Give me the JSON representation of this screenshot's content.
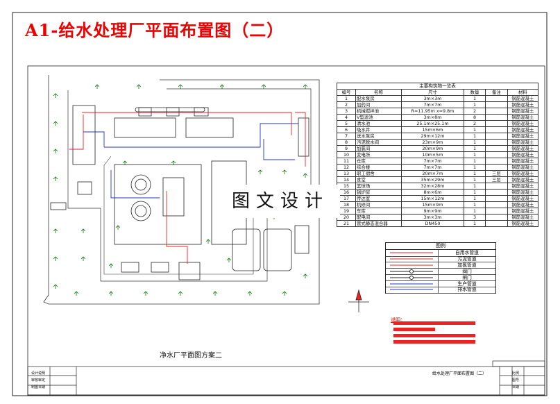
{
  "title": "A1-给水处理厂平面布置图（二）",
  "watermark": "图文设计",
  "caption": "净水厂平面图方案二",
  "notes_label": "说明：",
  "equipment_table": {
    "title": "主要构筑物一览表",
    "headers": [
      "编号",
      "名称",
      "尺寸",
      "数量",
      "备注",
      "材料"
    ],
    "rows": [
      [
        "1",
        "配水泵房",
        "3m×3m",
        "1",
        "",
        "钢筋混凝土"
      ],
      [
        "2",
        "加药间",
        "7m×7m",
        "1",
        "",
        "钢筋混凝土"
      ],
      [
        "3",
        "机械搅拌池",
        "R=11.95m  x=9.8m",
        "2",
        "",
        "钢筋混凝土"
      ],
      [
        "4",
        "V型滤池",
        "3m×8m",
        "8",
        "",
        "钢筋混凝土"
      ],
      [
        "5",
        "清水池",
        "25.1m×25.1m",
        "2",
        "",
        "钢筋混凝土"
      ],
      [
        "6",
        "吸水井",
        "15m×6m",
        "1",
        "",
        "钢筋混凝土"
      ],
      [
        "7",
        "送水泵房",
        "29m×12m",
        "1",
        "",
        "钢筋混凝土"
      ],
      [
        "8",
        "污泥脱水间",
        "23m×9m",
        "1",
        "",
        "钢筋混凝土"
      ],
      [
        "9",
        "加氯间",
        "20m×9m",
        "1",
        "",
        "钢筋混凝土"
      ],
      [
        "10",
        "变电所",
        "10m×5m",
        "1",
        "",
        "钢筋混凝土"
      ],
      [
        "11",
        "仓库",
        "7m×7m",
        "1",
        "",
        "钢筋混凝土"
      ],
      [
        "12",
        "综合楼",
        "7m×7m",
        "1",
        "",
        "钢筋混凝土"
      ],
      [
        "13",
        "职工宿舍",
        "20m×7m",
        "1",
        "三层",
        "钢筋混凝土"
      ],
      [
        "14",
        "食堂",
        "35m×29m",
        "1",
        "三层",
        "钢筋混凝土"
      ],
      [
        "15",
        "篮球场",
        "32m×28m",
        "1",
        "",
        "钢筋混凝土"
      ],
      [
        "16",
        "锅炉房",
        "8m×6m",
        "1",
        "",
        "钢筋混凝土"
      ],
      [
        "17",
        "传达室",
        "15m×12m",
        "1",
        "",
        "钢筋混凝土"
      ],
      [
        "18",
        "机修间",
        "15m×9m",
        "1",
        "",
        "钢筋混凝土"
      ],
      [
        "19",
        "车库",
        "9m×9m",
        "1",
        "",
        "钢筋混凝土"
      ],
      [
        "20",
        "配电间",
        "3m×3m",
        "3",
        "",
        "钢筋混凝土"
      ],
      [
        "21",
        "管式静态混合器",
        "DN450",
        "1",
        "",
        "钢筋混凝土"
      ]
    ]
  },
  "legend": {
    "title": "图例",
    "items": [
      {
        "label": "自用水管道",
        "color": "#e22"
      },
      {
        "label": "污泥管道",
        "color": "#e22"
      },
      {
        "label": "加氯管道",
        "color": "#e22"
      },
      {
        "label": "阀门",
        "color": "#222"
      },
      {
        "label": "闸门",
        "color": "#222"
      },
      {
        "label": "生产管道",
        "color": "#2233cc"
      },
      {
        "label": "排水管道",
        "color": "#2233cc"
      }
    ]
  },
  "title_block": {
    "drawing_name": "给水处理厂平面布置图（二）",
    "left_labels": [
      "设计说明",
      "审核审定",
      "制图日期"
    ],
    "right_labels": [
      "比例",
      "图号",
      "日期"
    ]
  },
  "colors": {
    "accent": "#e00",
    "production": "#2233cc",
    "tree": "#0a7a0a"
  }
}
